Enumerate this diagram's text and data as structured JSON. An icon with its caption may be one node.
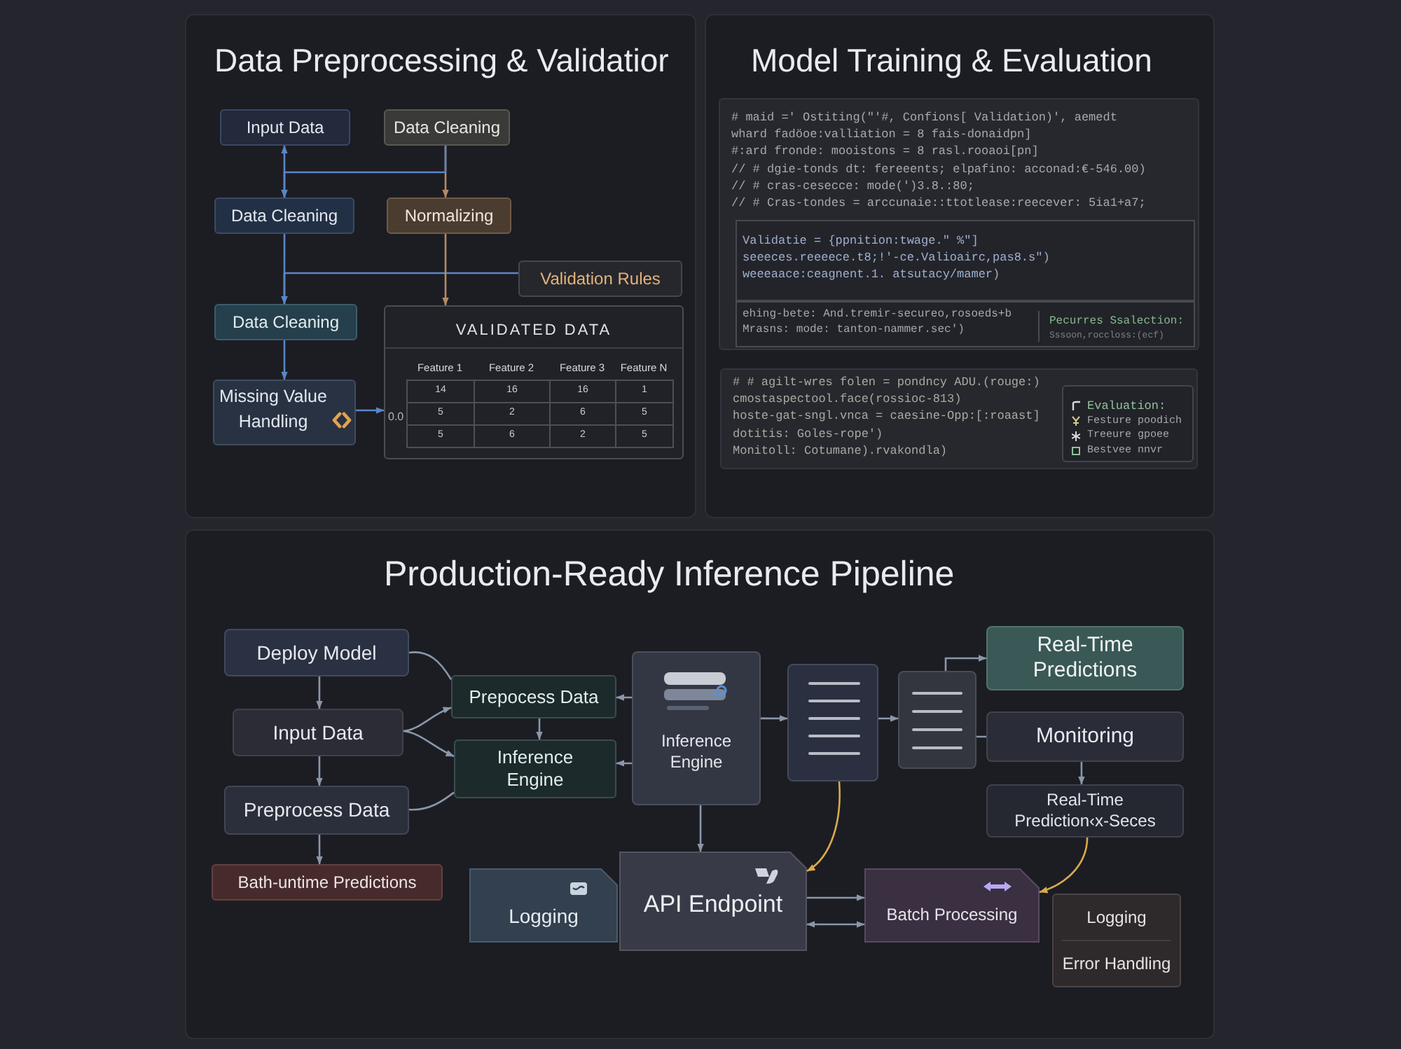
{
  "diagram": {
    "nodes": [
      {
        "text": [
          "Data Preprocessing & Validatior"
        ]
      },
      {
        "text": [
          "Input Data"
        ],
        "in": 0
      },
      {
        "text": [
          "Data Cleaning"
        ],
        "in": 0
      },
      {
        "text": [
          "Data Cleaning"
        ],
        "in": 0
      },
      {
        "text": [
          "Normalizing"
        ],
        "in": 0
      },
      {
        "text": [
          "Validation Rules"
        ],
        "in": 0
      },
      {
        "text": [
          "Data Cleaning"
        ],
        "in": 0
      },
      {
        "text": [
          "Missing Value Handling"
        ],
        "in": 0
      },
      {
        "text": [
          "VALIDATED DATA"
        ],
        "in": 0
      },
      {
        "text": [
          "Model Training & Evaluation"
        ]
      },
      {
        "text": [
          "# maid =' Ostiting(\"'#, Confions[ Validation)', aemedt",
          "whard fadöoe:valliation = 8 fais-donaidpn]",
          "#:ard fronde: mooistons = 8 rasl.rooaoi[pn]",
          "// # dgie-tonds dt: fereeents; elpafino: acconad:€-546.00)",
          "// # cras-cesecce: mode(')3.8.:80;",
          "// # Cras-tondes = arccunaie::ttotlease:reecever: 5ia1+a7;"
        ],
        "in": 9
      },
      {
        "text": [
          "Validatie = {ppnition:twage.\" %\"]",
          "seeeces.reeeece.t8;!'-ce.Valioairc,pas8.s\")",
          "weeeaace:ceagnent.1. atsutacy/mamer)"
        ],
        "in": 10
      },
      {
        "text": [
          "ehing-bete: And.tremir-secureo,rosoeds+b",
          "Mrasns: mode: tanton-nammer.sec')",
          "Pecurres Ssalection:",
          "Sssoon,roccloss:(ecf)"
        ],
        "in": 10
      },
      {
        "text": [
          "# # agilt-wres folen = pondncy ADU.(rouge:)",
          "cmostaspectool.face(rossioc-813)",
          "hoste-gat-sngl.vnca = caesine-Opp:[:roaast]",
          "dotitis: Goles-rope')",
          "Monitoll: Cotumane).rvakondla)"
        ],
        "in": 9
      },
      {
        "text": [
          "Evaluation:",
          "Festure poodich",
          "Treeure gpoee",
          "Bestvee nnvr"
        ],
        "in": 13
      },
      {
        "text": [
          "Production-Ready Inference Pipeline"
        ]
      },
      {
        "text": [
          "Deploy Model"
        ],
        "in": 15
      },
      {
        "text": [
          "Input Data"
        ],
        "in": 15
      },
      {
        "text": [
          "Preprocess Data"
        ],
        "in": 15
      },
      {
        "text": [
          "Bath-untime Predictions"
        ],
        "in": 15
      },
      {
        "text": [
          "Prepocess Data"
        ],
        "in": 15
      },
      {
        "text": [
          "Inference Engine"
        ],
        "in": 15
      },
      {
        "text": [
          "Inference Engine"
        ],
        "in": 15
      },
      {
        "text": [],
        "shape": "box",
        "in": 15
      },
      {
        "text": [],
        "shape": "box",
        "in": 15
      },
      {
        "text": [
          "Real-Time Predictions"
        ],
        "in": 15
      },
      {
        "text": [
          "Monitoring"
        ],
        "in": 15
      },
      {
        "text": [
          "Real-Time Prediction‹x-Seces"
        ],
        "in": 15
      },
      {
        "text": [
          "Logging"
        ],
        "in": 15
      },
      {
        "text": [
          "API Endpoint"
        ],
        "in": 15
      },
      {
        "text": [
          "Batch Processing"
        ],
        "in": 15
      },
      {
        "text": [
          "Logging",
          "Error Handling"
        ],
        "in": 15
      }
    ],
    "edges": [
      {
        "from": 1,
        "to": 3,
        "arrow": "both",
        "color": "#5a86c6"
      },
      {
        "from": 2,
        "to": 4,
        "arrow": "to",
        "color": "#b58a63"
      },
      {
        "from": 2,
        "to": 3,
        "arrow": "to",
        "color": "#5a86c6"
      },
      {
        "from": 3,
        "to": 6,
        "arrow": "to",
        "color": "#5a86c6"
      },
      {
        "from": 5,
        "to": 6,
        "arrow": "to",
        "color": "#5a86c6"
      },
      {
        "from": 4,
        "to": 8,
        "arrow": "to",
        "color": "#b58a63"
      },
      {
        "from": 6,
        "to": 7,
        "arrow": "to",
        "color": "#5a86c6"
      },
      {
        "from": 7,
        "to": 8,
        "arrow": "to",
        "color": "#5a86c6"
      },
      {
        "from": 16,
        "to": 17,
        "arrow": "to"
      },
      {
        "from": 17,
        "to": 18,
        "arrow": "to"
      },
      {
        "from": 18,
        "to": 19,
        "arrow": "to"
      },
      {
        "from": 16,
        "to": 20,
        "arrow": "none"
      },
      {
        "from": 17,
        "to": 20,
        "arrow": "to"
      },
      {
        "from": 17,
        "to": 21,
        "arrow": "to"
      },
      {
        "from": 18,
        "to": 21,
        "arrow": "none"
      },
      {
        "from": 20,
        "to": 21,
        "arrow": "to"
      },
      {
        "from": 22,
        "to": 20,
        "arrow": "to"
      },
      {
        "from": 22,
        "to": 21,
        "arrow": "to"
      },
      {
        "from": 22,
        "to": 23,
        "arrow": "to"
      },
      {
        "from": 23,
        "to": 24,
        "arrow": "to"
      },
      {
        "from": 24,
        "to": 25,
        "arrow": "to"
      },
      {
        "from": 24,
        "to": 26,
        "arrow": "none"
      },
      {
        "from": 26,
        "to": 27,
        "arrow": "to"
      },
      {
        "from": 22,
        "to": 29,
        "arrow": "to"
      },
      {
        "from": 23,
        "to": 29,
        "arrow": "to",
        "color": "#d9aa4c"
      },
      {
        "from": 27,
        "to": 30,
        "arrow": "to",
        "color": "#d9aa4c"
      },
      {
        "from": 29,
        "to": 30,
        "arrow": "to"
      },
      {
        "from": 29,
        "to": 30,
        "arrow": "both"
      }
    ],
    "labels": [
      "Feature 1",
      "Feature 2",
      "Feature 3",
      "Feature N",
      "14",
      "16",
      "16",
      "1",
      "0.0",
      "5",
      "2",
      "6",
      "5",
      "5",
      "6",
      "2",
      "5"
    ]
  }
}
